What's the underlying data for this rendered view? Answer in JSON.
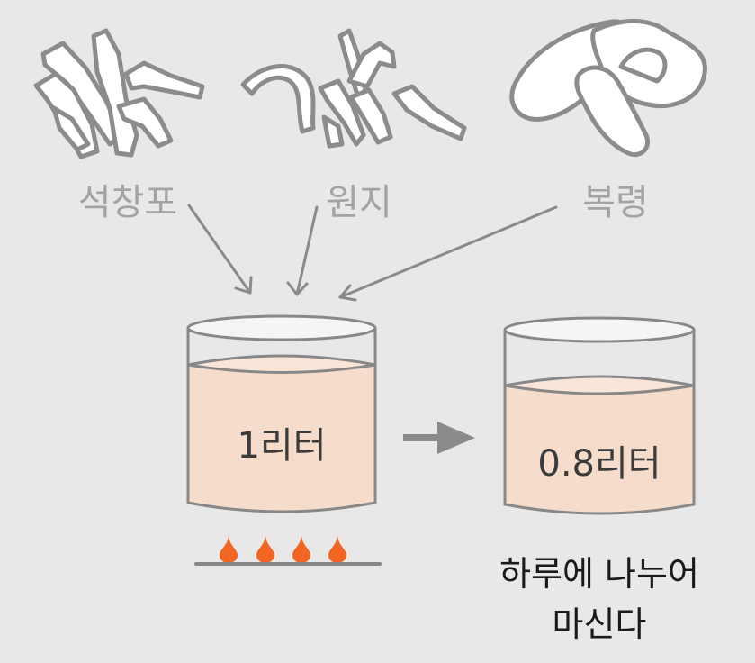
{
  "herbs": [
    {
      "name": "석창포",
      "icon": "dried-root-slices"
    },
    {
      "name": "원지",
      "icon": "curled-root-strips"
    },
    {
      "name": "복령",
      "icon": "mushroom-chunks"
    }
  ],
  "pots": {
    "before": {
      "label": "1리터"
    },
    "after": {
      "label": "0.8리터"
    }
  },
  "instruction": {
    "line1": "하루에 나누어",
    "line2": "마신다"
  },
  "colors": {
    "background": "#e8e8e9",
    "liquid": "#f6dccb",
    "outline": "#888888",
    "flame": "#f26522",
    "arrow": "#8a8a8a",
    "herb_stroke": "#8c8c8c",
    "herb_fill": "#ffffff"
  }
}
